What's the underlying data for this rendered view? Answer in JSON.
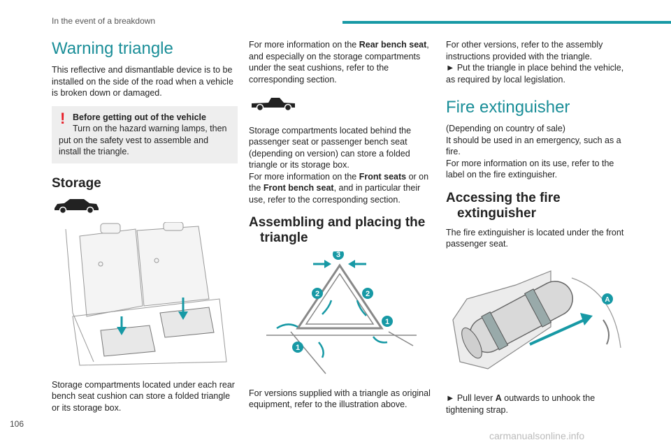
{
  "header": {
    "section": "In the event of a breakdown",
    "accent_color": "#1799a5"
  },
  "page_number": "106",
  "watermark": "carmanualsonline.info",
  "col1": {
    "title": "Warning triangle",
    "intro": "This reflective and dismantlable device is to be installed on the side of the road when a vehicle is broken down or damaged.",
    "warning_title": "Before getting out of the vehicle",
    "warning_text": "Turn on the hazard warning lamps, then put on the safety vest to assemble and install the triangle.",
    "storage_heading": "Storage",
    "storage_text": "Storage compartments located under each rear bench seat cushion can store a folded triangle or its storage box."
  },
  "col2": {
    "p1_a": "For more information on the ",
    "p1_b": "Rear bench seat",
    "p1_c": ", and especially on the storage compartments under the seat cushions, refer to the corresponding section.",
    "p2_a": "Storage compartments located behind the passenger seat or passenger bench seat (depending on version) can store a folded triangle or its storage box.",
    "p2_b": "For more information on the ",
    "p2_c": "Front seats",
    "p2_d": " or on the ",
    "p2_e": "Front bench seat",
    "p2_f": ", and in particular their use, refer to the corresponding section.",
    "assembly_heading_1": "Assembling and placing the",
    "assembly_heading_2": "triangle",
    "p3": "For versions supplied with a triangle as original equipment, refer to the illustration above.",
    "labels": {
      "one": "1",
      "two": "2",
      "three": "3"
    }
  },
  "col3": {
    "p1_a": "For other versions, refer to the assembly instructions provided with the triangle.",
    "p1_b": "► Put the triangle in place behind the vehicle, as required by local legislation.",
    "fire_title": "Fire extinguisher",
    "fire_p1_a": "(Depending on country of sale)",
    "fire_p1_b": "It should be used in an emergency, such as a fire.",
    "fire_p1_c": "For more information on its use, refer to the label on the fire extinguisher.",
    "access_heading_1": "Accessing the fire",
    "access_heading_2": "extinguisher",
    "access_text": "The fire extinguisher is located under the front passenger seat.",
    "lever_a": "► Pull lever ",
    "lever_b": "A",
    "lever_c": " outwards to unhook the tightening strap.",
    "label_a": "A"
  }
}
